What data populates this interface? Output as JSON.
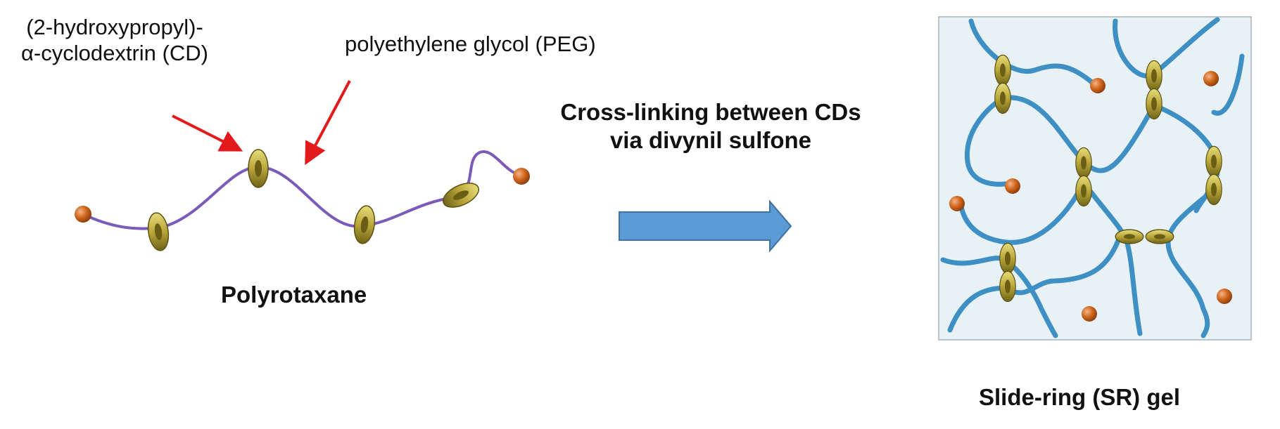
{
  "labels": {
    "cd_line1": "(2-hydroxypropyl)-",
    "cd_line2": "α-cyclodextrin (CD)",
    "peg": "polyethylene glycol (PEG)",
    "step_line1": "Cross-linking between CDs",
    "step_line2": "via divynil sulfone",
    "polyrotaxane": "Polyrotaxane",
    "gel": "Slide-ring (SR) gel"
  },
  "colors": {
    "peg_chain": "#7b5bb8",
    "gel_chain": "#3d8fc4",
    "ring": "#b9a63a",
    "stopper": "#d2691e",
    "annotation_arrow": "#e31a1c",
    "process_arrow": "#5b9bd5",
    "gel_background": "#e8f1f6"
  }
}
